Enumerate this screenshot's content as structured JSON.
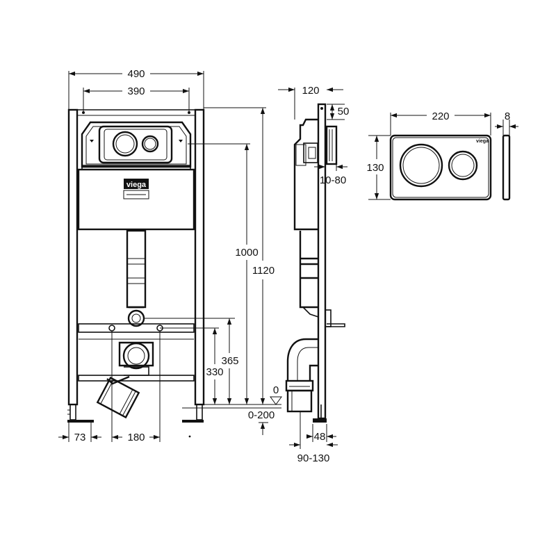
{
  "dimensions": {
    "frame_width": "490",
    "bracket_spacing": "390",
    "side_depth": "120",
    "top_offset": "50",
    "plate_width": "220",
    "plate_thickness": "8",
    "plate_height": "130",
    "depth_range": "10-80",
    "actuator_height": "1000",
    "frame_height": "1120",
    "drain_height": "365",
    "bolt_height": "330",
    "floor_mark": "0",
    "height_adjust": "0-200",
    "foot_offset": "73",
    "drain_offset": "180",
    "foot_depth": "48",
    "outlet_range": "90-130"
  },
  "labels": {
    "brand_panel": "viega",
    "brand_plate": "viega"
  }
}
